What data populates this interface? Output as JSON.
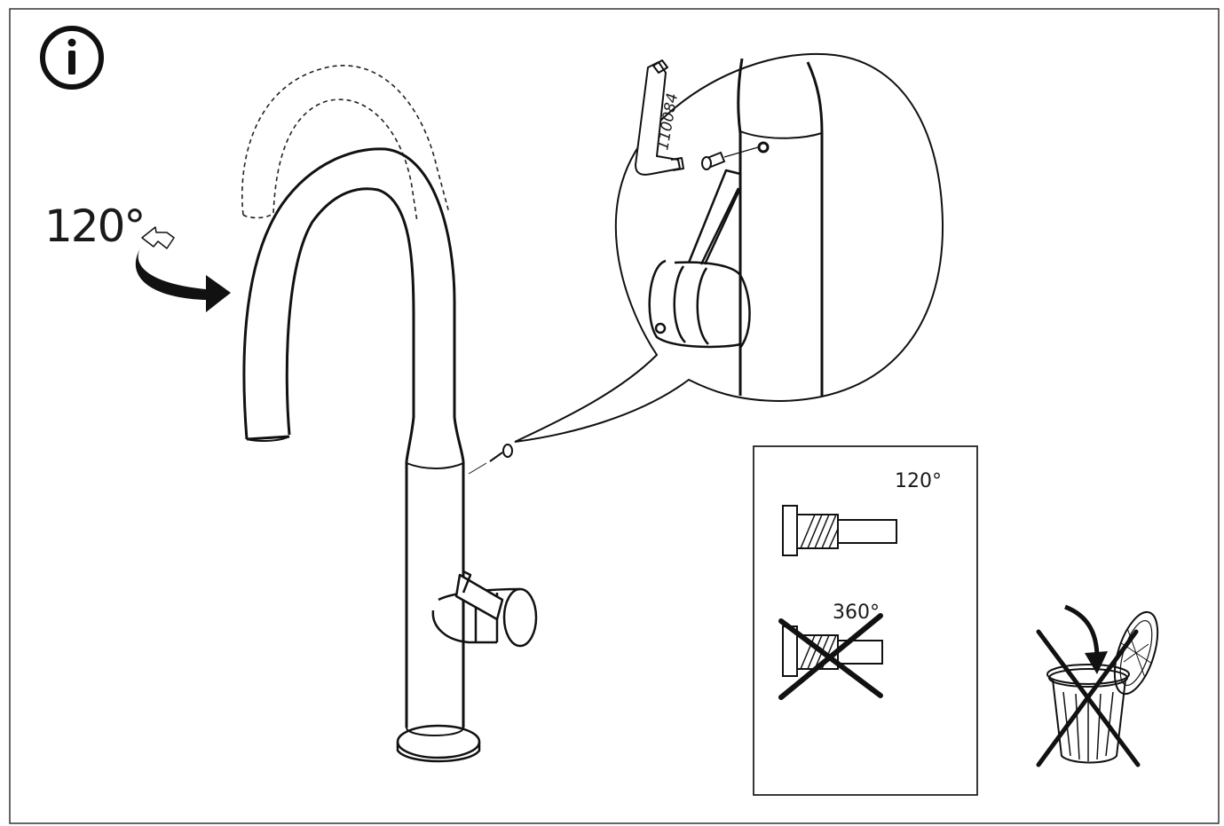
{
  "info_icon": {
    "name": "info-icon",
    "glyph": "i"
  },
  "rotation_label": "120°",
  "hex_key_part_number": "110084",
  "detail_box": {
    "allowed_angle_label": "120°",
    "forbidden_angle_label": "360°"
  },
  "icons": {
    "rotate_arrow": "rotate-arrow-icon",
    "trash_bin": "trash-bin-icon",
    "cross": "cross-icon"
  },
  "colors": {
    "line": "#1a1a1a",
    "background": "#ffffff"
  }
}
